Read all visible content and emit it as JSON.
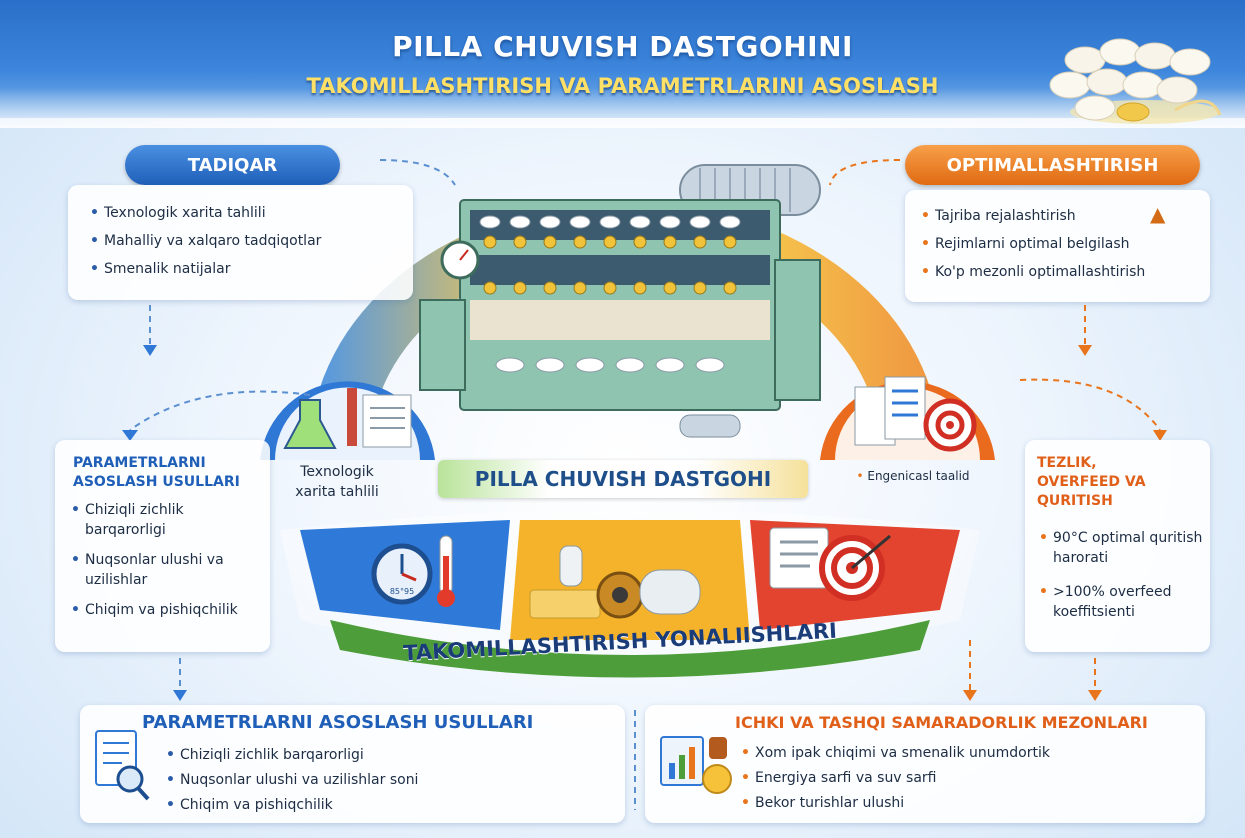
{
  "header": {
    "title_line1": "PILLA CHUVISH DASTGOHINI",
    "title_line2": "TAKOMILLASHTIRISH VA PARAMETRLARINI ASOSLASH"
  },
  "tadqiqar": {
    "label": "TADIQAR",
    "items": [
      "Texnologik xarita tahlili",
      "Mahalliy va xalqaro tadqiqotlar",
      "Smenalik natijalar"
    ]
  },
  "optimallashtirish": {
    "label": "OPTIMALLASHTIRISH",
    "items": [
      "Tajriba rejalashtirish",
      "Rejimlarni optimal belgilash",
      "Ko'p mezonli optimallashtirish"
    ]
  },
  "left_panel": {
    "title_line1": "PARAMETRLARNI",
    "title_line2": "ASOSLASH USULLARI",
    "items": [
      "Chiziqli zichlik barqarorligi",
      "Nuqsonlar ulushi va uzilishlar",
      "Chiqim va pishiqchilik"
    ]
  },
  "center": {
    "left_label_line1": "Texnologik",
    "left_label_line2": "xarita tahlili",
    "machine_title": "PILLA CHUVISH DASTGOHI",
    "right_label": "Engenicasl taalid",
    "bottom_title": "TAKOMILLASHTIRISH YONALIISHLARI",
    "gauge_text": "85°95"
  },
  "right_panel": {
    "title_line1": "TEZLIK,",
    "title_line2": "OVERFEED VA",
    "title_line3": "QURITISH",
    "items": [
      "90°C optimal quritish harorati",
      ">100% overfeed koeffitsienti"
    ]
  },
  "bottom_left": {
    "title": "PARAMETRLARNI ASOSLASH USULLARI",
    "items": [
      "Chiziqli zichlik barqarorligi",
      "Nuqsonlar ulushi va uzilishlar soni",
      "Chiqim va pishiqchilik"
    ]
  },
  "bottom_right": {
    "title": "ICHKI VA TASHQI SAMARADORLIK MEZONLARI",
    "items": [
      "Xom ipak chiqimi va smenalik unumdortik",
      "Energiya sarfi va suv sarfi",
      "Bekor turishlar ulushi"
    ]
  },
  "colors": {
    "blue": "#1f5fb8",
    "orange": "#e8741c",
    "yellow": "#f6c23a",
    "red": "#e2442f"
  }
}
